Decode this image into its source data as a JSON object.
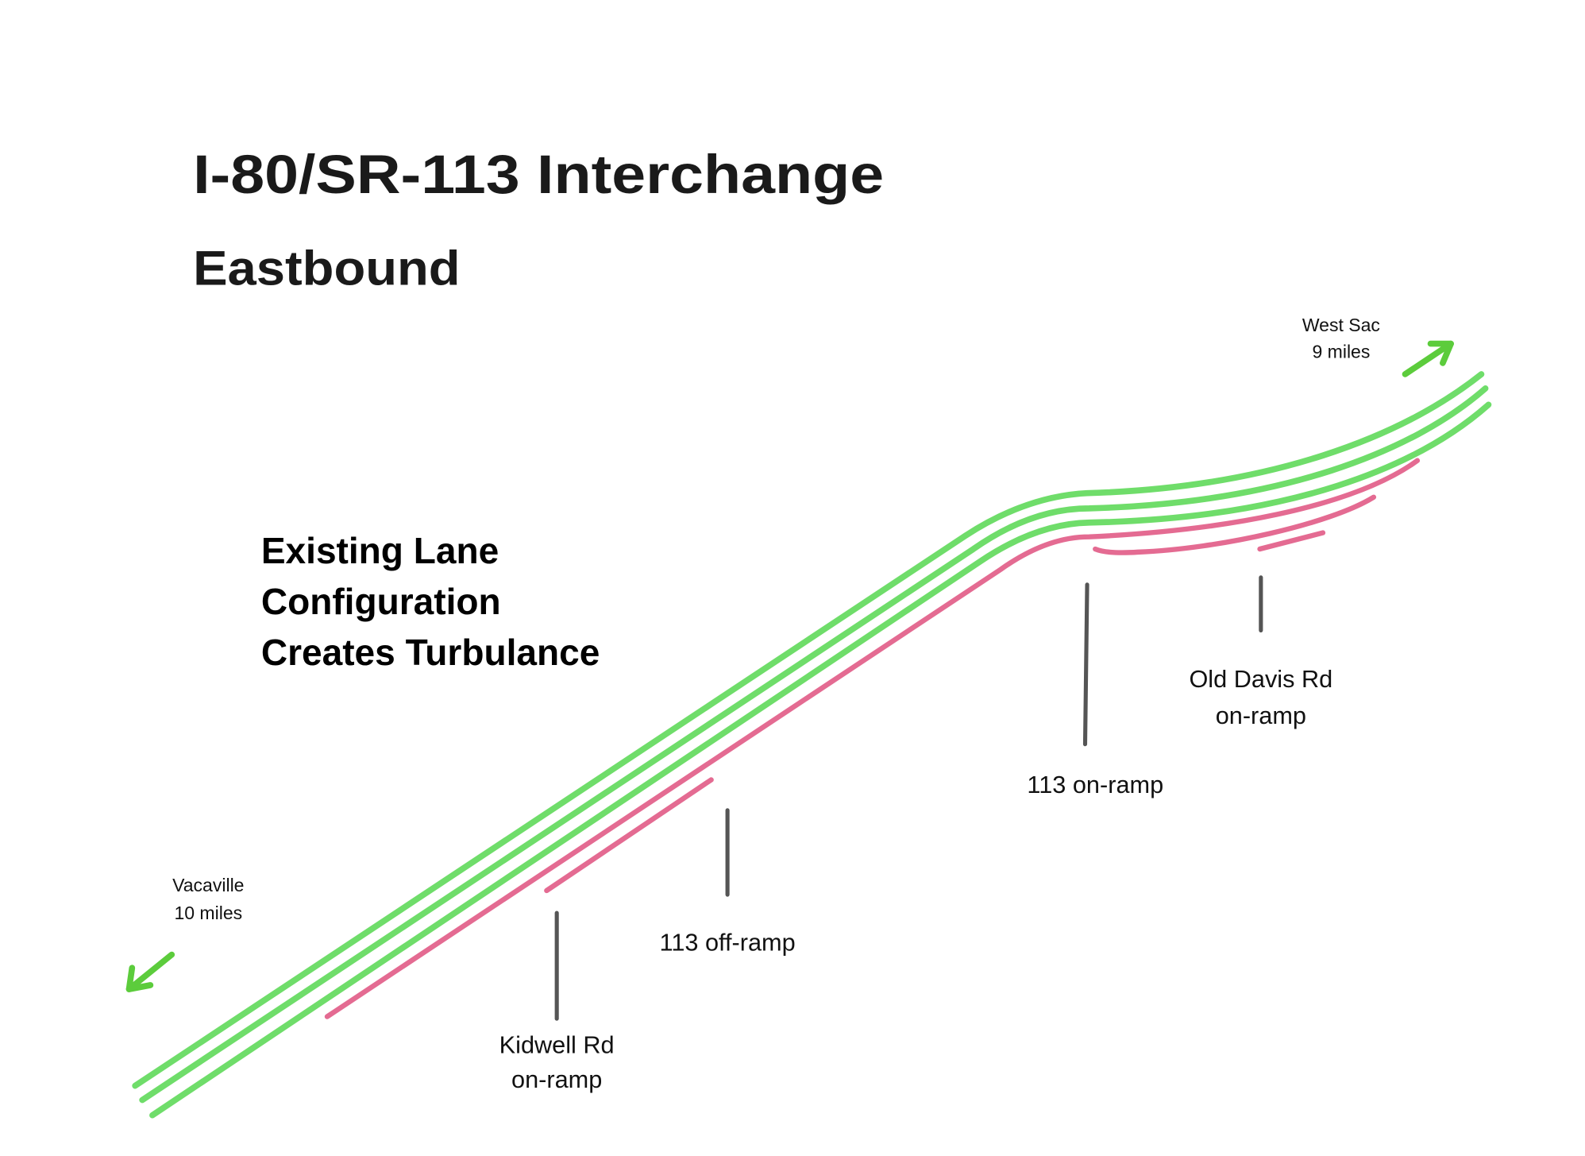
{
  "title": "I-80/SR-113 Interchange",
  "subtitle": "Eastbound",
  "note_lines": [
    "Existing Lane",
    "Configuration",
    "Creates Turbulance"
  ],
  "destinations": {
    "east": {
      "name": "West Sac",
      "distance": "9 miles"
    },
    "west": {
      "name": "Vacaville",
      "distance": "10 miles"
    }
  },
  "ramps": {
    "kidwell": [
      "Kidwell Rd",
      "on-ramp"
    ],
    "off113": "113 off-ramp",
    "on113": "113 on-ramp",
    "olddavis": [
      "Old Davis Rd",
      "on-ramp"
    ]
  },
  "colors": {
    "through_lane": "#6fdd6a",
    "aux_lane": "#e46b92",
    "arrow": "#5ccc3c",
    "marker": "#555555"
  }
}
